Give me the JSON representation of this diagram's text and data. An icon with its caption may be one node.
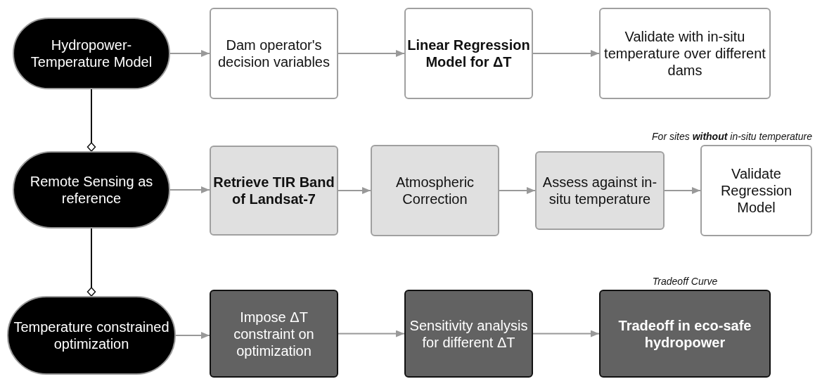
{
  "diagram": {
    "nodes": [
      {
        "text": [
          "Hydropower-Temperature Model"
        ]
      },
      {
        "text": [
          "Dam operator's decision variables"
        ]
      },
      {
        "text": [
          "Linear Regression Model for ΔT"
        ]
      },
      {
        "text": [
          "Validate with in-situ temperature over different dams"
        ]
      },
      {
        "text": [
          "Remote Sensing as reference"
        ]
      },
      {
        "text": [
          "Retrieve TIR Band of Landsat-7"
        ]
      },
      {
        "text": [
          "Atmospheric Correction"
        ]
      },
      {
        "text": [
          "Assess against in-situ temperature"
        ]
      },
      {
        "text": [
          "Validate Regression Model"
        ],
        "beside": [
          "For sites **without** in-situ temperature"
        ]
      },
      {
        "text": [
          "Temperature constrained optimization"
        ]
      },
      {
        "text": [
          "Impose ΔT constraint on optimization"
        ]
      },
      {
        "text": [
          "Sensitivity analysis for different ΔT"
        ]
      },
      {
        "text": [
          "Tradeoff in eco-safe hydropower"
        ],
        "beside": [
          "Tradeoff Curve"
        ]
      }
    ],
    "edges": [
      {
        "from": 0,
        "to": 1,
        "arrow": "to"
      },
      {
        "from": 1,
        "to": 2,
        "arrow": "to"
      },
      {
        "from": 2,
        "to": 3,
        "arrow": "to"
      },
      {
        "from": 4,
        "to": 5,
        "arrow": "to"
      },
      {
        "from": 5,
        "to": 6,
        "arrow": "to"
      },
      {
        "from": 6,
        "to": 7,
        "arrow": "to"
      },
      {
        "from": 7,
        "to": 8,
        "arrow": "to"
      },
      {
        "from": 9,
        "to": 10,
        "arrow": "to"
      },
      {
        "from": 10,
        "to": 11,
        "arrow": "to"
      },
      {
        "from": 11,
        "to": 12,
        "arrow": "to"
      },
      {
        "from": 0,
        "to": 4,
        "arrow": "other",
        "color": "#111111"
      },
      {
        "from": 4,
        "to": 9,
        "arrow": "other",
        "color": "#111111"
      }
    ]
  }
}
